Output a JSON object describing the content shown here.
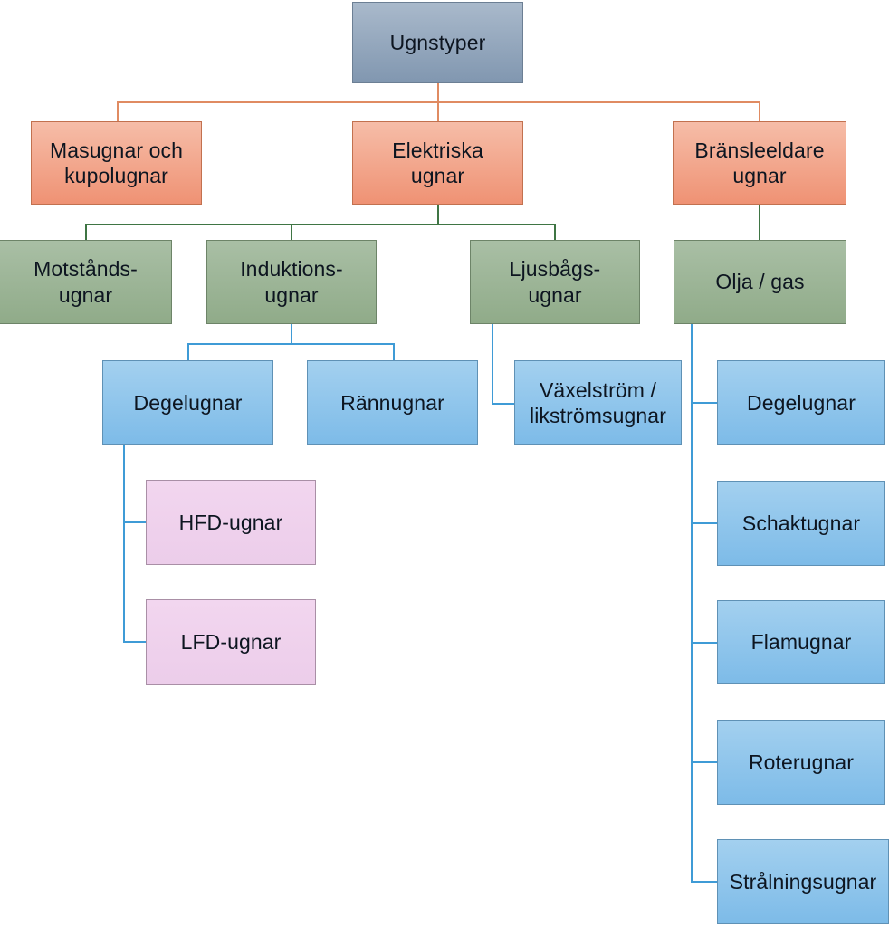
{
  "diagram": {
    "title": "Ugnstyper",
    "type": "hierarchy-tree",
    "language": "sv",
    "colors": {
      "root_fill": "#8197b0",
      "level1_fill": "#ef9274",
      "level1_edge": "#e08b62",
      "level2_fill": "#90ab89",
      "level2_edge": "#3f7544",
      "level3_fill": "#7dbbe8",
      "level3_edge": "#3f9bd6",
      "level4_fill": "#eccdea",
      "background": "#ffffff"
    }
  },
  "nodes": {
    "root": {
      "label": "Ugnstyper"
    },
    "level1": [
      {
        "id": "masugnar",
        "label": "Masugnar och\nkupolugnar"
      },
      {
        "id": "elektriska",
        "label": "Elektriska\nugnar"
      },
      {
        "id": "bransleeldare",
        "label": "Bränsleeldare\nugnar"
      }
    ],
    "level2": [
      {
        "id": "motstands",
        "label": "Motstånds-\nugnar"
      },
      {
        "id": "induktions",
        "label": "Induktions-\nugnar"
      },
      {
        "id": "ljusbags",
        "label": "Ljusbågs-\nugnar"
      },
      {
        "id": "olja-gas",
        "label": "Olja / gas"
      }
    ],
    "level3": [
      {
        "id": "degelugnar",
        "label": "Degelugnar"
      },
      {
        "id": "rannugnar",
        "label": "Rännugnar"
      },
      {
        "id": "vaxelstrom",
        "label": "Växelström /\nlikströmsugnar"
      }
    ],
    "level4": [
      {
        "id": "hfd",
        "label": "HFD-ugnar"
      },
      {
        "id": "lfd",
        "label": "LFD-ugnar"
      }
    ],
    "fuel_children": [
      {
        "id": "degelugnar-olja",
        "label": "Degelugnar"
      },
      {
        "id": "schaktugnar",
        "label": "Schaktugnar"
      },
      {
        "id": "flamugnar",
        "label": "Flamugnar"
      },
      {
        "id": "roterugnar",
        "label": "Roterugnar"
      },
      {
        "id": "stralningsugnar",
        "label": "Strålningsugnar"
      }
    ]
  }
}
